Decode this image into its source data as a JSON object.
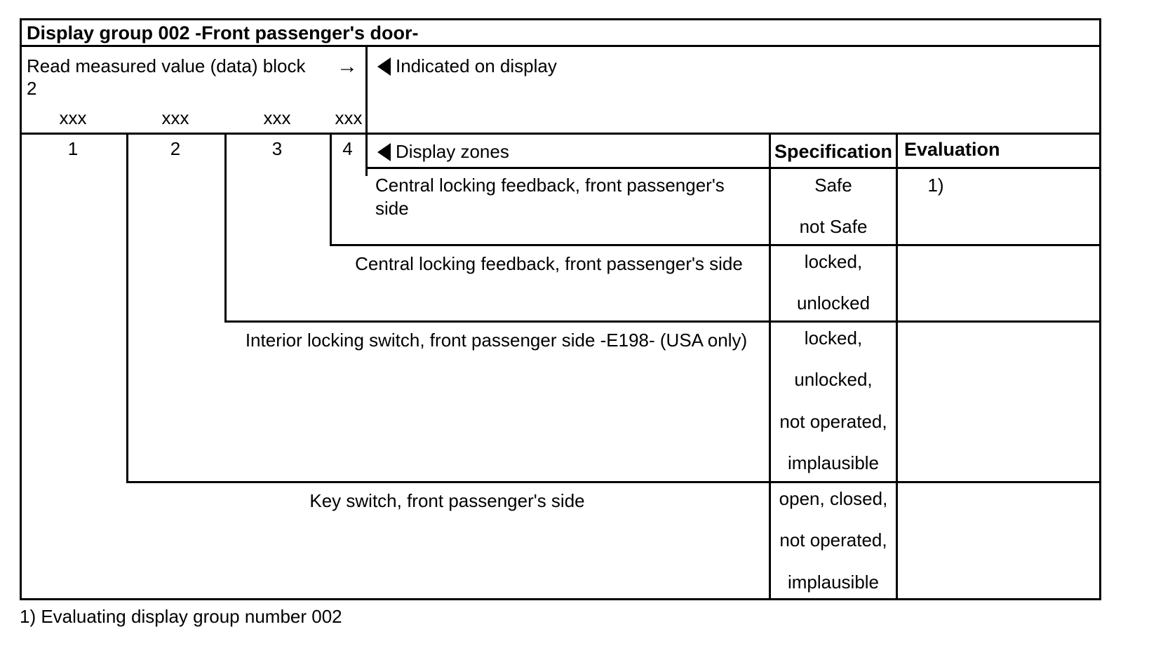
{
  "title": {
    "label": "Display group 002 -Front passenger's door-"
  },
  "header": {
    "read_block_label": "Read measured value (data) block",
    "arrow_icon": "arrow-right",
    "block_number": "2",
    "indicated_on_display": "Indicated on display",
    "display_zones": "Display zones",
    "triangle_icon": "triangle-left",
    "placeholder_values": [
      "xxx",
      "xxx",
      "xxx",
      "xxx"
    ],
    "zone_numbers": [
      "1",
      "2",
      "3",
      "4"
    ],
    "specification_label": "Specification",
    "evaluation_label": "Evaluation"
  },
  "rows": [
    {
      "zone": "4",
      "description": "Central locking feedback, front passenger's side",
      "specification": [
        "Safe",
        "not Safe"
      ],
      "evaluation": "1)"
    },
    {
      "zone": "3",
      "description": "Central locking feedback, front passenger's side",
      "specification": [
        "locked,",
        "unlocked"
      ],
      "evaluation": ""
    },
    {
      "zone": "2",
      "description": "Interior locking switch, front passenger side -E198- (USA only)",
      "specification": [
        "locked,",
        "unlocked,",
        "not operated,",
        "implausible"
      ],
      "evaluation": ""
    },
    {
      "zone": "1",
      "description": "Key switch, front passenger's side",
      "specification": [
        "open, closed,",
        "not operated,",
        "implausible"
      ],
      "evaluation": ""
    }
  ],
  "footnote": {
    "text": "1) Evaluating display group number 002"
  }
}
